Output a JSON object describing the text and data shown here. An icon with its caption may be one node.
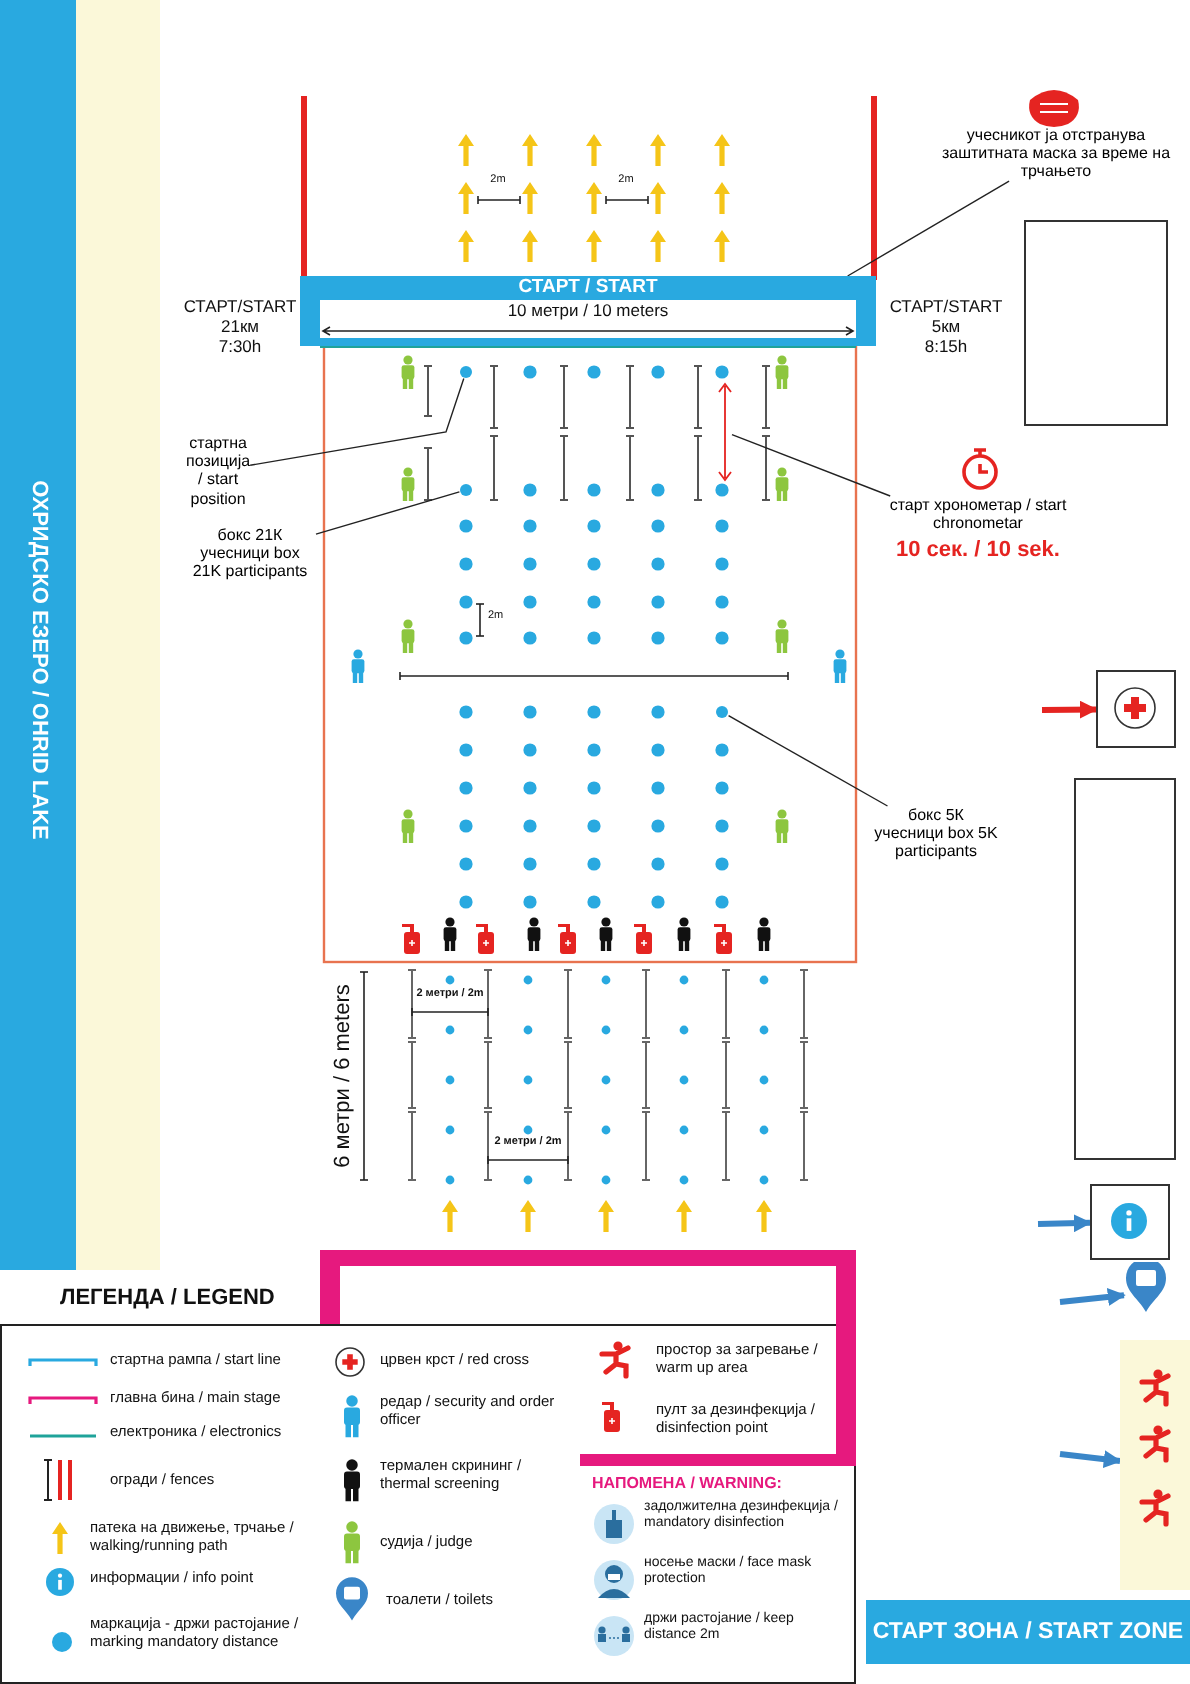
{
  "diagram": {
    "nodes": [
      {
        "text": [
          "учесникот ја отстранува заштитната маска за време на трчањето"
        ]
      },
      {
        "text": [],
        "shape": "box"
      },
      {
        "text": [
          "СТАРТ / START",
          "10 метри / 10 meters"
        ],
        "beside": [
          "СТАРТ/START 21км 7:30h",
          "СТАРТ/START 5км 8:15h"
        ]
      },
      {
        "text": [],
        "shape": "circle"
      },
      {
        "text": [],
        "shape": "arrow"
      },
      {
        "text": [
          "стартна позиција / start position"
        ]
      },
      {
        "text": [],
        "shape": "circle"
      },
      {
        "text": [
          "старт хронометар / start chronometar",
          "10 сек. / 10 sek."
        ]
      },
      {
        "text": [
          "бокс 21К учесници box 21K participants"
        ]
      },
      {
        "text": [],
        "shape": "box"
      },
      {
        "text": [],
        "shape": "circle"
      },
      {
        "text": [],
        "shape": "box"
      },
      {
        "text": [
          "бокс 5К учесници box 5K participants"
        ]
      },
      {
        "text": [],
        "shape": "box"
      },
      {
        "text": [],
        "shape": "pin"
      },
      {
        "text": [],
        "shape": "box"
      },
      {
        "text": [
          "СТАРТ ЗОНА / START ZONE"
        ]
      }
    ],
    "edges": [
      {
        "from": 0,
        "to": 2,
        "arrow": "none"
      },
      {
        "from": 5,
        "to": 3,
        "arrow": "none"
      },
      {
        "from": 7,
        "to": 4,
        "arrow": "none"
      },
      {
        "from": 8,
        "to": 6,
        "arrow": "none"
      },
      {
        "from": 12,
        "to": 10,
        "arrow": "none"
      },
      {
        "from": null,
        "to": 9,
        "arrow": "to",
        "style": "thick",
        "color": "#e52421"
      },
      {
        "from": null,
        "to": 13,
        "arrow": "to",
        "style": "thick",
        "color": "#3a86c8"
      },
      {
        "from": null,
        "to": 14,
        "arrow": "to",
        "style": "thick",
        "color": "#3a86c8"
      },
      {
        "from": null,
        "to": 15,
        "arrow": "to",
        "style": "thick",
        "color": "#3a86c8"
      }
    ],
    "labels": [
      "2m",
      "2m",
      "2m",
      "ОХРИДСКО ЕЗЕРО / OHRID LAKE",
      "6 метри / 6 meters",
      "2 метри / 2m",
      "2 метри / 2m",
      "ЛЕГЕНДА / LEGEND",
      "НАПОМЕНА / WARNING:",
      "задолжителна дезинфекција / mandatory disinfection",
      "носење маски / face mask protection",
      "држи растојание / keep distance 2m"
    ],
    "legend": [
      {
        "text": "стартна рампа / start line"
      },
      {
        "text": "главна бина / main stage"
      },
      {
        "text": "електроника / electronics"
      },
      {
        "text": "огради / fences"
      },
      {
        "text": "патека на движење, трчање / walking/running path"
      },
      {
        "text": "информации / info point"
      },
      {
        "text": "маркација - држи растојание / marking mandatory distance"
      },
      {
        "text": "црвен крст / red cross"
      },
      {
        "text": "редар / security and order officer"
      },
      {
        "text": "термален скрининг / thermal screening"
      },
      {
        "text": "судија / judge"
      },
      {
        "text": "тоалети / toilets"
      },
      {
        "text": "простор за загревање / warm up area"
      },
      {
        "text": "пулт за дезинфекција / disinfection point"
      }
    ]
  }
}
